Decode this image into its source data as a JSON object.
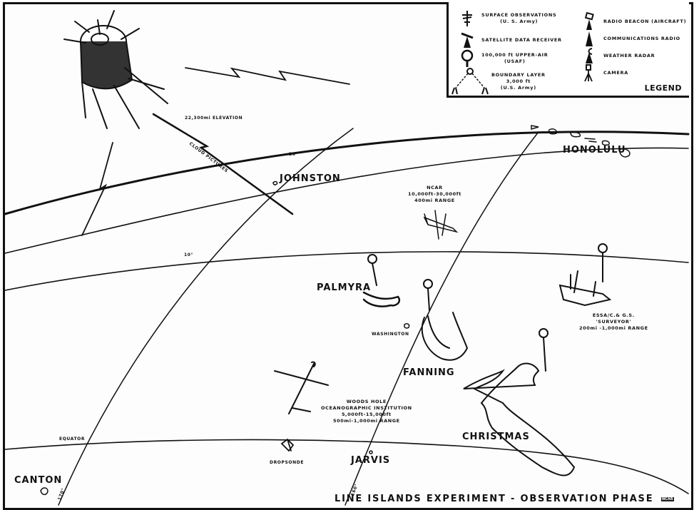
{
  "title": "LINE ISLANDS EXPERIMENT - OBSERVATION PHASE",
  "publisher_mark": "NCAR",
  "colors": {
    "ink": "#111111",
    "paper": "#fdfdfd"
  },
  "legend": {
    "title": "LEGEND",
    "items": [
      {
        "icon": "wind-vane-mast-icon",
        "label": "SURFACE OBSERVATIONS",
        "sub": "(U. S. Army)"
      },
      {
        "icon": "satellite-dish-icon",
        "label": "SATELLITE DATA RECEIVER",
        "sub": ""
      },
      {
        "icon": "balloon-icon",
        "label": "100,000 ft UPPER-AIR",
        "sub": "(USAF)"
      },
      {
        "icon": "tethered-balloon-icon",
        "label": "BOUNDARY LAYER",
        "sub": "3,000 ft",
        "sub2": "(U.S. Army)"
      },
      {
        "icon": "radio-beacon-icon",
        "label": "RADIO BEACON (AIRCRAFT)",
        "sub": ""
      },
      {
        "icon": "radio-tower-icon",
        "label": "COMMUNICATIONS RADIO",
        "sub": ""
      },
      {
        "icon": "weather-radar-icon",
        "label": "WEATHER RADAR",
        "sub": ""
      },
      {
        "icon": "camera-tripod-icon",
        "label": "CAMERA",
        "sub": ""
      }
    ]
  },
  "satellite": {
    "elevation": "22,300mi ELEVATION",
    "beam_label": "CLOUD PICTURES"
  },
  "grid": {
    "lat_20": "20°",
    "lat_10": "10°",
    "equator": "EQUATOR",
    "lon_170": "170°",
    "lon_160": "160°"
  },
  "places": {
    "honolulu": "HONOLULU",
    "johnston": "JOHNSTON",
    "palmyra": "PALMYRA",
    "washington": "WASHINGTON",
    "fanning": "FANNING",
    "christmas": "CHRISTMAS",
    "jarvis": "JARVIS",
    "canton": "CANTON"
  },
  "platforms": {
    "ncar": {
      "name": "NCAR",
      "altitude": "10,000ft-30,000ft",
      "range": "400mi RANGE"
    },
    "ship": {
      "name": "ESSA/C.& G.S.",
      "vessel": "'SURVEYOR'",
      "range": "200mi -1,000mi RANGE"
    },
    "woods_hole": {
      "name": "WOODS HOLE",
      "org": "OCEANOGRAPHIC INSTITUTION",
      "altitude": "5,000ft-15,000ft",
      "range": "500mi-1,000mi RANGE"
    },
    "dropsonde": "DROPSONDE"
  }
}
